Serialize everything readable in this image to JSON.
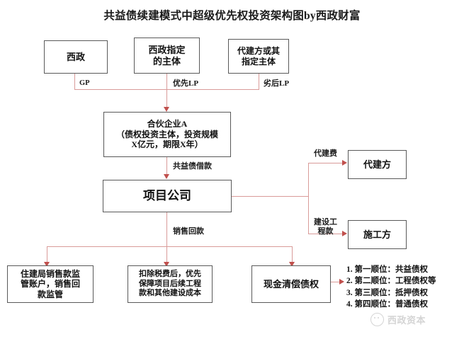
{
  "title": "共益债续建模式中超级优先权投资架构图by西政财富",
  "nodes": {
    "xizheng": "西政",
    "xizheng_entity": "西政指定\n的主体",
    "builder_entity": "代建方或其\n指定主体",
    "partnership_line1": "合伙企业A",
    "partnership_line2": "（债权投资主体，投资规模",
    "partnership_line3": "X亿元，期限X年）",
    "project_company": "项目公司",
    "agent_builder": "代建方",
    "contractor": "施工方",
    "supervision_account": "住建局销售款监\n管账户，销售回\n款监管",
    "tax_deduction": "扣除税费后，优先\n保障项目后续工程\n款和其他建设成本",
    "cash_repayment": "现金清偿债权"
  },
  "edge_labels": {
    "gp": "GP",
    "priority_lp": "优先LP",
    "subordinate_lp": "劣后LP",
    "joint_benefit_loan": "共益债借款",
    "sales_collection": "销售回款",
    "agent_fee": "代建费",
    "construction_fee": "建设工\n程款"
  },
  "priority_list": [
    "1. 第一顺位：共益债权",
    "2. 第二顺位：工程债权等",
    "3. 第三顺位：抵押债权",
    "4. 第四顺位：普通债权"
  ],
  "watermark": {
    "text": "西政资本",
    "icon": "wechat-icon"
  },
  "colors": {
    "connector": "#d99b99",
    "arrow": "#c0504d",
    "box_border": "#595959",
    "text": "#111111",
    "background": "#ffffff"
  }
}
